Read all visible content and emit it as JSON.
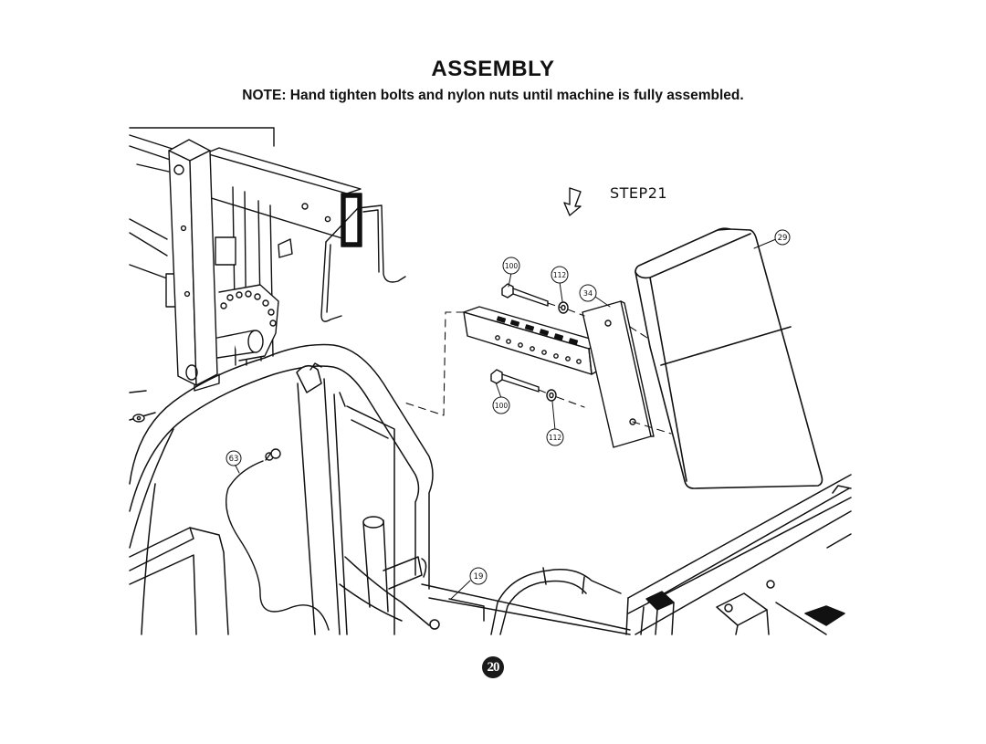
{
  "header": {
    "title": "ASSEMBLY",
    "note": "NOTE:  Hand tighten bolts and nylon nuts until machine is fully assembled."
  },
  "diagram": {
    "step_label": "STEP21",
    "callouts": {
      "c29": "29",
      "c100a": "100",
      "c112a": "112",
      "c34": "34",
      "c100b": "100",
      "c112b": "112",
      "c63": "63",
      "c19": "19"
    }
  },
  "footer": {
    "page_number": "20"
  }
}
